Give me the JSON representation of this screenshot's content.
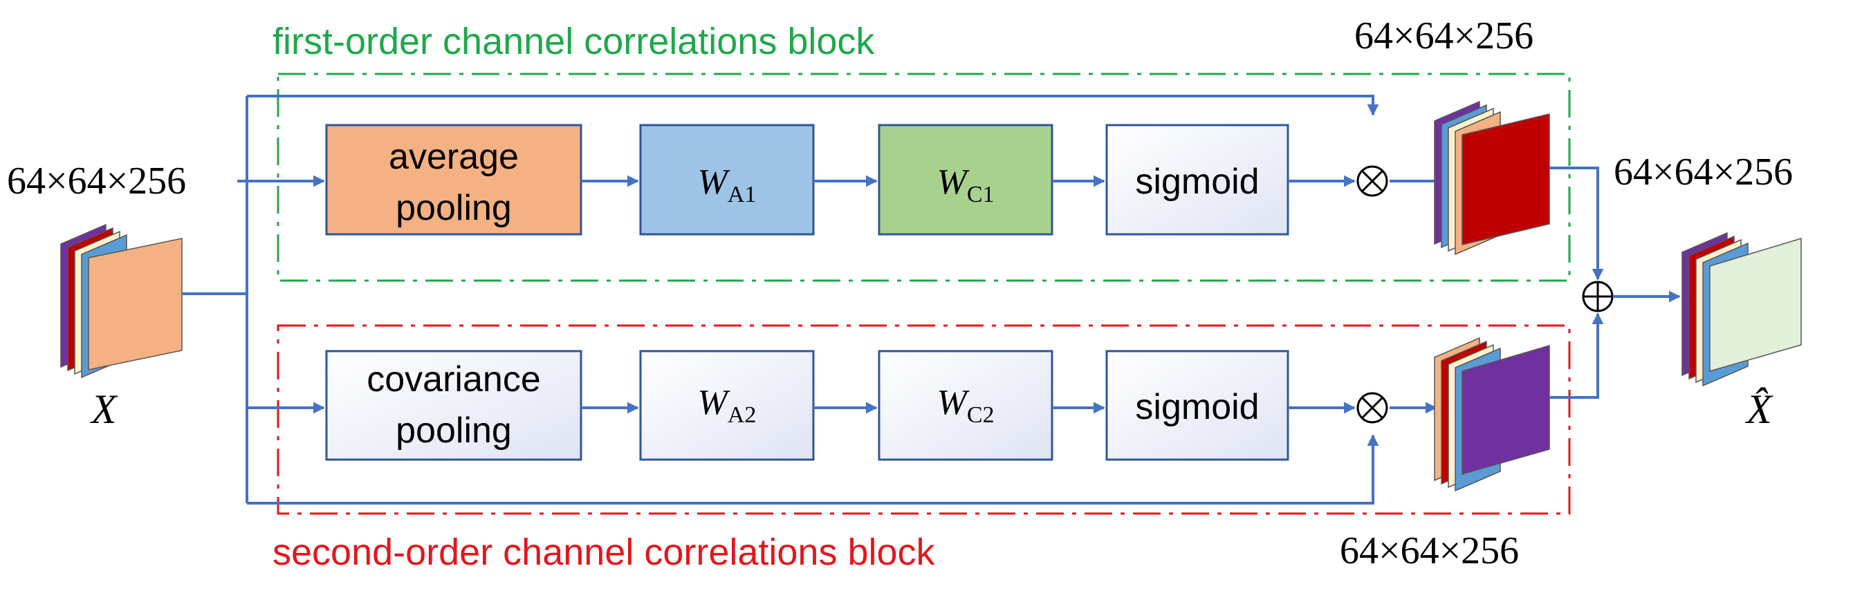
{
  "blocks": {
    "first_order_title": "first-order channel correlations block",
    "second_order_title": "second-order channel correlations block"
  },
  "dims": {
    "input": "64×64×256",
    "top_out": "64×64×256",
    "right_mid": "64×64×256",
    "bottom_out": "64×64×256"
  },
  "top_branch": {
    "pool_line1": "average",
    "pool_line2": "pooling",
    "wa_base": "W",
    "wa_sub": "A1",
    "wc_base": "W",
    "wc_sub": "C1",
    "act": "sigmoid"
  },
  "bottom_branch": {
    "pool_line1": "covariance",
    "pool_line2": "pooling",
    "wa_base": "W",
    "wa_sub": "A2",
    "wc_base": "W",
    "wc_sub": "C2",
    "act": "sigmoid"
  },
  "operators": {
    "multiply": "⊗",
    "add": "⊕"
  },
  "input_label": "X",
  "output_label": "X̂",
  "colors": {
    "arrow": "#4472C4",
    "first_order_border": "#1EA84A",
    "second_order_border": "#E3161B",
    "avg_pool_fill": "#F4B183",
    "wa1_fill": "#9DC3E6",
    "wc1_fill": "#A9D18E",
    "box_border": "#2F5597",
    "feature_orange": "#F4B183",
    "feature_red": "#C00000",
    "feature_purple": "#7030A0",
    "feature_yellow": "#FFF2CC",
    "feature_blue": "#5B9BD5",
    "feature_green": "#E2F0D9"
  }
}
